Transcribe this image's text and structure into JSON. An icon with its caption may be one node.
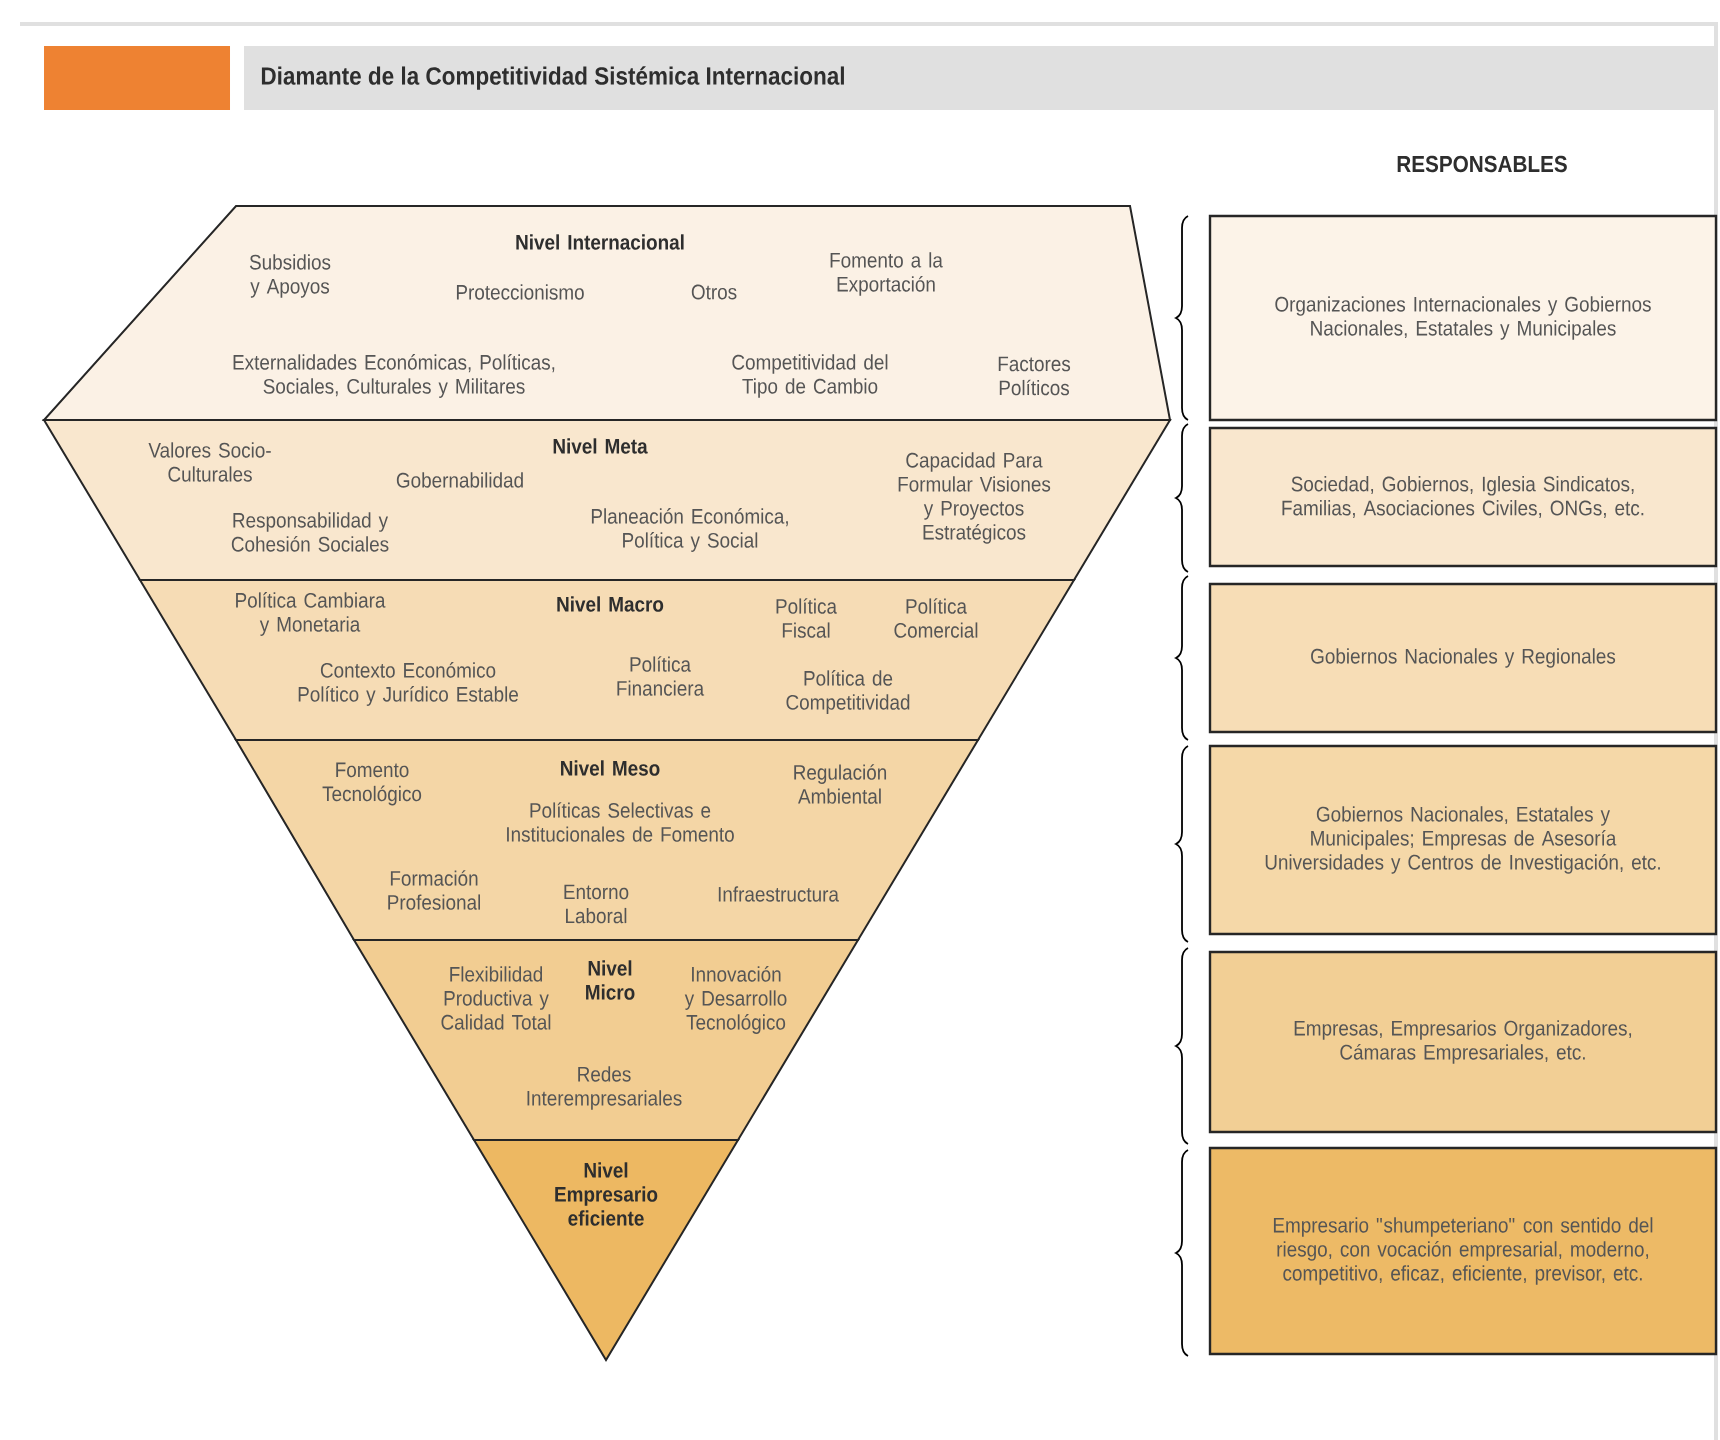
{
  "diagram": {
    "title": "Diamante de la Competitividad Sistémica Internacional",
    "nodes": [
      {
        "text": [
          "Subsidios y Apoyos",
          "Nivel Internacional",
          "Proteccionismo",
          "Otros",
          "Fomento a la Exportación",
          "Externalidades Económicas, Políticas, Sociales, Culturales y Militares",
          "Competitividad del Tipo de Cambio",
          "Factores Políticos"
        ]
      },
      {
        "text": [
          "Valores Socio-Culturales",
          "Nivel Meta",
          "Gobernabilidad",
          "Responsabilidad y Cohesión Sociales",
          "Planeación Económica, Política y Social",
          "Capacidad Para Formular Visiones y Proyectos Estratégicos"
        ]
      },
      {
        "text": [
          "Política Cambiara y Monetaria",
          "Nivel Macro",
          "Política Fiscal",
          "Política Comercial",
          "Contexto Económico Político y Jurídico Estable",
          "Política Financiera",
          "Política de Competitividad"
        ]
      },
      {
        "text": [
          "Fomento Tecnológico",
          "Nivel Meso",
          "Políticas Selectivas e Institucionales de Fomento",
          "Regulación Ambiental",
          "Formación Profesional",
          "Entorno Laboral",
          "Infraestructura"
        ]
      },
      {
        "text": [
          "Flexibilidad Productiva y Calidad Total",
          "Nivel Micro",
          "Innovación y Desarrollo Tecnológico",
          "Redes Interempresariales"
        ]
      },
      {
        "text": [
          "Nivel Empresario eficiente"
        ]
      },
      {
        "text": [
          "Organizaciones Internacionales y Gobiernos Nacionales, Estatales y Municipales"
        ]
      },
      {
        "text": [
          "Sociedad, Gobiernos, Iglesia Sindicatos, Familias, Asociaciones Civiles, ONGs, etc."
        ]
      },
      {
        "text": [
          "Gobiernos Nacionales y Regionales"
        ]
      },
      {
        "text": [
          "Gobiernos Nacionales, Estatales y Municipales; Empresas de Asesoría Universidades y Centros de Investigación, etc."
        ]
      },
      {
        "text": [
          "Empresas, Empresarios Organizadores, Cámaras Empresariales, etc."
        ]
      },
      {
        "text": [
          "Empresario \"shumpeteriano\" con sentido del riesgo, con vocación empresarial, moderno, competitivo, eficaz, eficiente,  previsor, etc."
        ]
      }
    ],
    "labels": [
      "RESPONSABLES"
    ]
  }
}
